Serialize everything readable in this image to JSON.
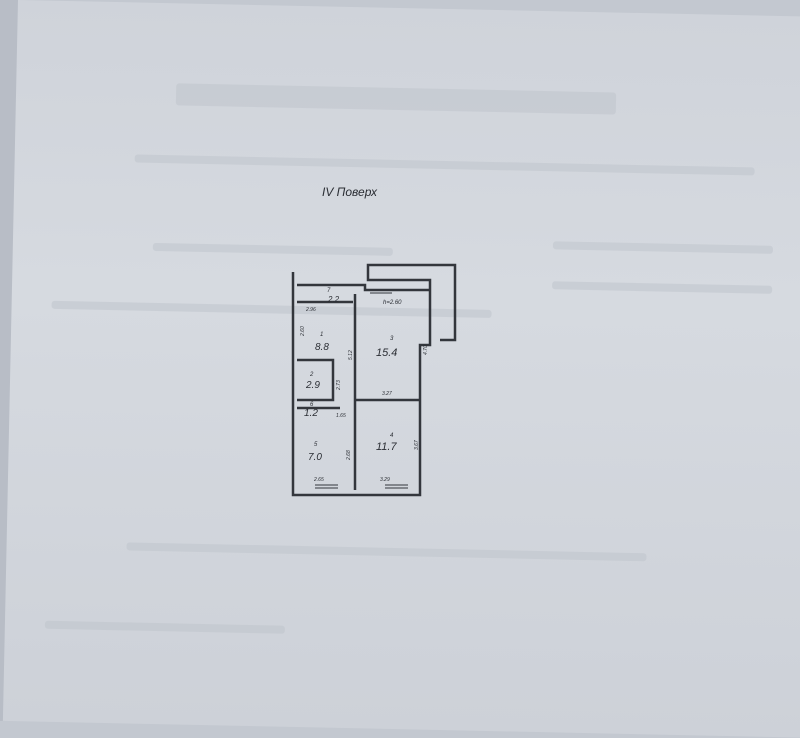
{
  "floor_title": "IV Поверх",
  "plan": {
    "ceiling_height": "h=2.60",
    "rooms": [
      {
        "number": "1",
        "area": "8.8"
      },
      {
        "number": "2",
        "area": "2.9"
      },
      {
        "number": "3",
        "area": "15.4"
      },
      {
        "number": "4",
        "area": "11.7"
      },
      {
        "number": "5",
        "area": "7.0"
      },
      {
        "number": "6",
        "area": "1.2"
      },
      {
        "number": "7",
        "area": "2.2"
      }
    ],
    "dimensions": [
      "2.96",
      "2.60",
      "5.12",
      "2.73",
      "4.70",
      "3.27",
      "3.67",
      "2.68",
      "1.65",
      "2.65",
      "3.29"
    ]
  }
}
